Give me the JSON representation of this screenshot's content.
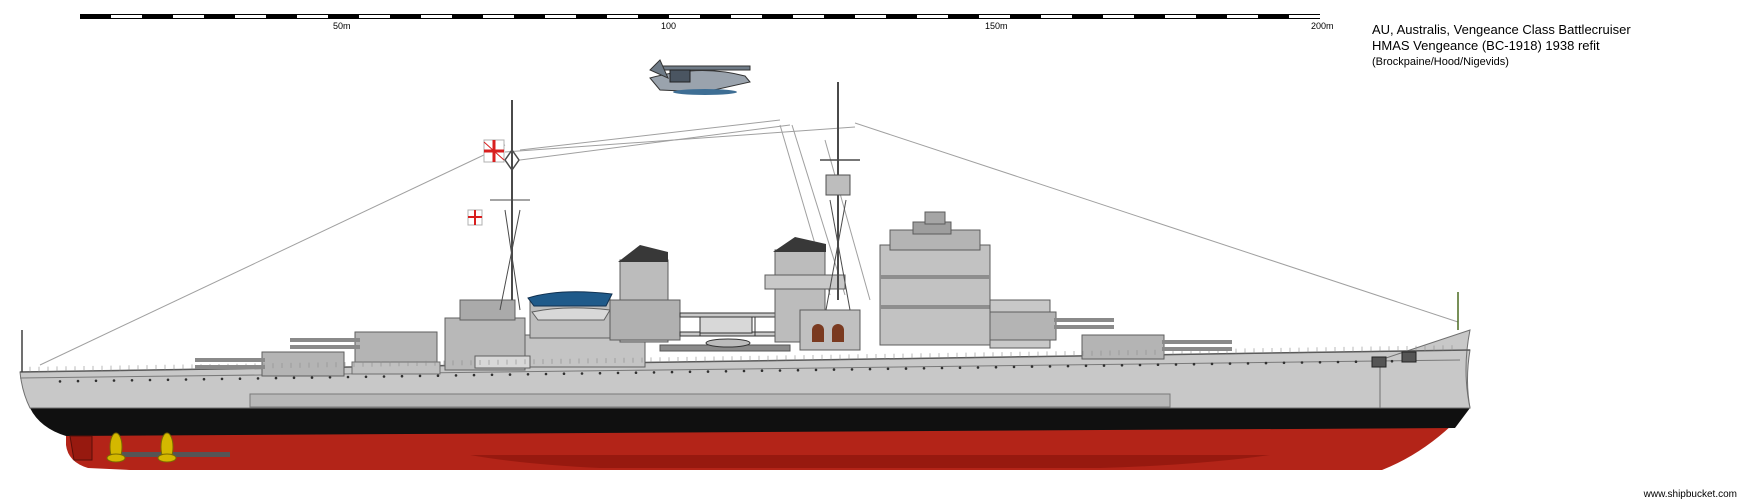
{
  "scale_bar": {
    "labels": [
      "50m",
      "100",
      "150m",
      "200m"
    ]
  },
  "title": {
    "line1": "AU, Australis, Vengeance Class Battlecruiser",
    "line2": "HMAS Vengeance (BC-1918) 1938 refit",
    "line3": "(Brockpaine/Hood/Nigevids)"
  },
  "credit": "www.shipbucket.com",
  "colors": {
    "hull_grey": "#c8c8c8",
    "superstructure_grey": "#b4b4b4",
    "dark_grey": "#6e6e6e",
    "boot_topping": "#101010",
    "antifouling_red": "#b32418",
    "red_shadow": "#97190f",
    "brass_propeller": "#d4b800",
    "boat_blue": "#1f5a8a",
    "flag_red": "#d81f1f",
    "rigging": "#9a9a9a"
  },
  "icons": {
    "aircraft": "seaplane-icon",
    "floatplane": "biplane-floatplane-icon",
    "ensign": "naval-ensign-icon",
    "propeller": "propeller-icon"
  }
}
